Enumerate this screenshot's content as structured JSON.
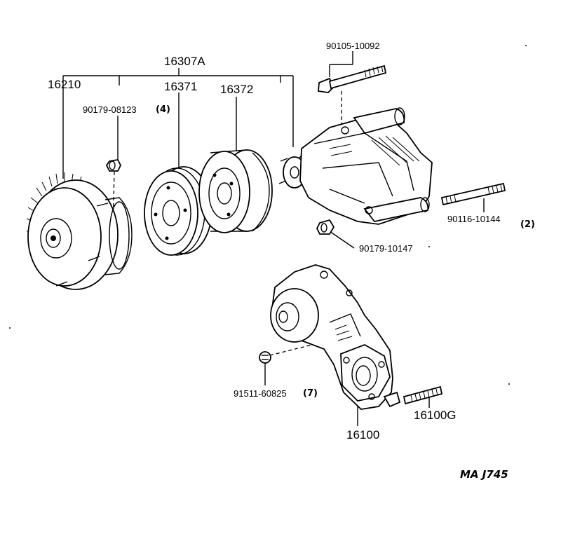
{
  "parts": {
    "p16307A": "16307A",
    "p16210": "16210",
    "p16371": "16371",
    "p16372": "16372",
    "p90179_08123": "90179-08123",
    "qty4": "(4)",
    "p90105_10092": "90105-10092",
    "p90116_10144": "90116-10144",
    "qty2": "(2)",
    "p90179_10147": "90179-10147",
    "p91511_60825": "91511-60825",
    "qty7": "(7)",
    "p16100G": "16100G",
    "p16100": "16100"
  },
  "figure_code": "MA  J745"
}
